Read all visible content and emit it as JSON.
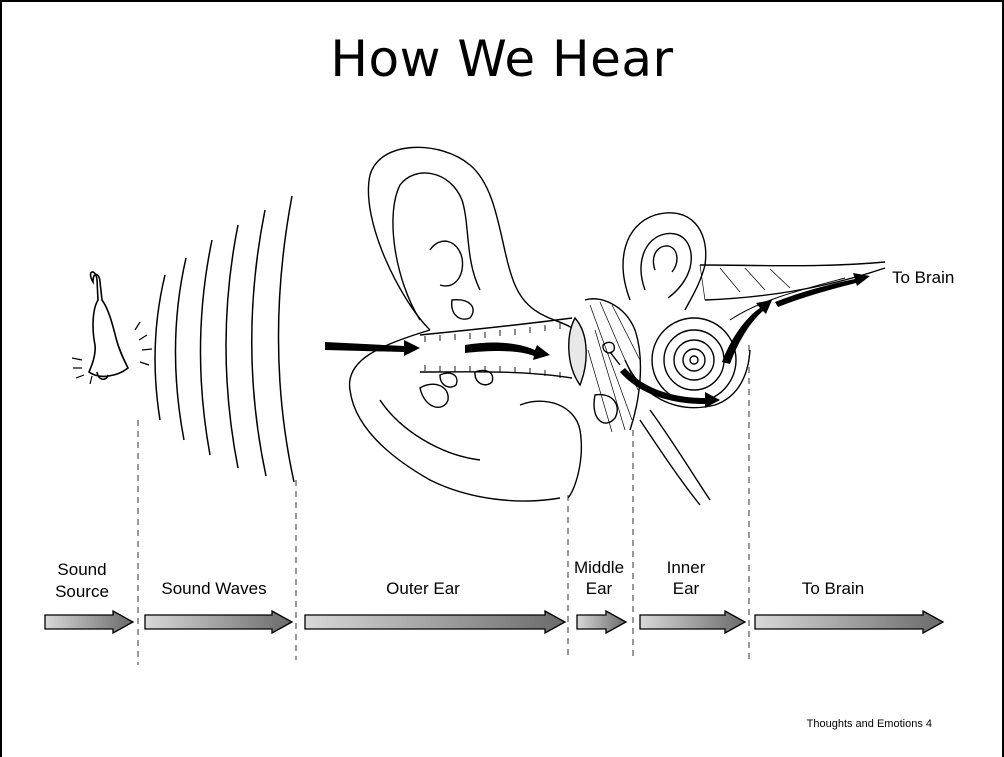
{
  "slide": {
    "title": "How We Hear",
    "footer": "Thoughts and Emotions 4"
  },
  "diagram": {
    "brain_callout": "To Brain",
    "stages": [
      {
        "id": "sound-source",
        "lines": [
          "Sound",
          "Source"
        ]
      },
      {
        "id": "sound-waves",
        "lines": [
          "Sound  Waves"
        ]
      },
      {
        "id": "outer-ear",
        "lines": [
          "Outer  Ear"
        ]
      },
      {
        "id": "middle-ear",
        "lines": [
          "Middle",
          "Ear"
        ]
      },
      {
        "id": "inner-ear",
        "lines": [
          "Inner",
          "Ear"
        ]
      },
      {
        "id": "to-brain",
        "lines": [
          "To  Brain"
        ]
      }
    ]
  }
}
